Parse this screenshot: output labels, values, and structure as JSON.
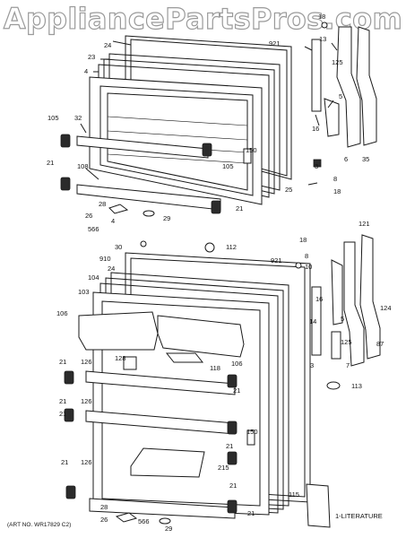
{
  "watermark": "AppliancePartsPros.com",
  "art_number": "(ART NO. WR17829 C2)",
  "top_door_labels": [
    {
      "key": "18a",
      "text": "18"
    },
    {
      "key": "13a",
      "text": "13"
    },
    {
      "key": "921a",
      "text": "921"
    },
    {
      "key": "24a",
      "text": "24"
    },
    {
      "key": "23a",
      "text": "23"
    },
    {
      "key": "4a",
      "text": "4"
    },
    {
      "key": "125a",
      "text": "125"
    },
    {
      "key": "5a",
      "text": "5"
    },
    {
      "key": "105a",
      "text": "105"
    },
    {
      "key": "32a",
      "text": "32"
    },
    {
      "key": "16a",
      "text": "16"
    },
    {
      "key": "150a",
      "text": "150"
    },
    {
      "key": "105b",
      "text": "105"
    },
    {
      "key": "21a",
      "text": "21"
    },
    {
      "key": "108a",
      "text": "108"
    },
    {
      "key": "6a",
      "text": "6"
    },
    {
      "key": "35a",
      "text": "35"
    },
    {
      "key": "3a",
      "text": "3"
    },
    {
      "key": "8a",
      "text": "8"
    },
    {
      "key": "25a",
      "text": "25"
    },
    {
      "key": "28a",
      "text": "28"
    },
    {
      "key": "18b",
      "text": "18"
    },
    {
      "key": "26a",
      "text": "26"
    },
    {
      "key": "4b",
      "text": "4"
    },
    {
      "key": "29a",
      "text": "29"
    },
    {
      "key": "21b",
      "text": "21"
    },
    {
      "key": "566a",
      "text": "566"
    }
  ],
  "bottom_door_labels": [
    {
      "key": "30",
      "text": "30"
    },
    {
      "key": "112",
      "text": "112"
    },
    {
      "key": "121",
      "text": "121"
    },
    {
      "key": "18c",
      "text": "18"
    },
    {
      "key": "910",
      "text": "910"
    },
    {
      "key": "24b",
      "text": "24"
    },
    {
      "key": "921b",
      "text": "921"
    },
    {
      "key": "8b",
      "text": "8"
    },
    {
      "key": "10",
      "text": "10"
    },
    {
      "key": "104",
      "text": "104"
    },
    {
      "key": "103",
      "text": "103"
    },
    {
      "key": "106a",
      "text": "106"
    },
    {
      "key": "16b",
      "text": "16"
    },
    {
      "key": "14",
      "text": "14"
    },
    {
      "key": "5b",
      "text": "5"
    },
    {
      "key": "124",
      "text": "124"
    },
    {
      "key": "87",
      "text": "87"
    },
    {
      "key": "125b",
      "text": "125"
    },
    {
      "key": "128",
      "text": "128"
    },
    {
      "key": "118",
      "text": "118"
    },
    {
      "key": "106b",
      "text": "106"
    },
    {
      "key": "7",
      "text": "7"
    },
    {
      "key": "3b",
      "text": "3"
    },
    {
      "key": "21c",
      "text": "21"
    },
    {
      "key": "126a",
      "text": "126"
    },
    {
      "key": "113",
      "text": "113"
    },
    {
      "key": "21d",
      "text": "21"
    },
    {
      "key": "21e",
      "text": "21"
    },
    {
      "key": "126b",
      "text": "126"
    },
    {
      "key": "21f",
      "text": "21"
    },
    {
      "key": "150b",
      "text": "150"
    },
    {
      "key": "21g",
      "text": "21"
    },
    {
      "key": "21h",
      "text": "21"
    },
    {
      "key": "126c",
      "text": "126"
    },
    {
      "key": "215",
      "text": "215"
    },
    {
      "key": "21i",
      "text": "21"
    },
    {
      "key": "115",
      "text": "115"
    },
    {
      "key": "28b",
      "text": "28"
    },
    {
      "key": "21j",
      "text": "21"
    },
    {
      "key": "26b",
      "text": "26"
    },
    {
      "key": "566b",
      "text": "566"
    },
    {
      "key": "29b",
      "text": "29"
    },
    {
      "key": "lit",
      "text": "1-LITERATURE"
    }
  ]
}
